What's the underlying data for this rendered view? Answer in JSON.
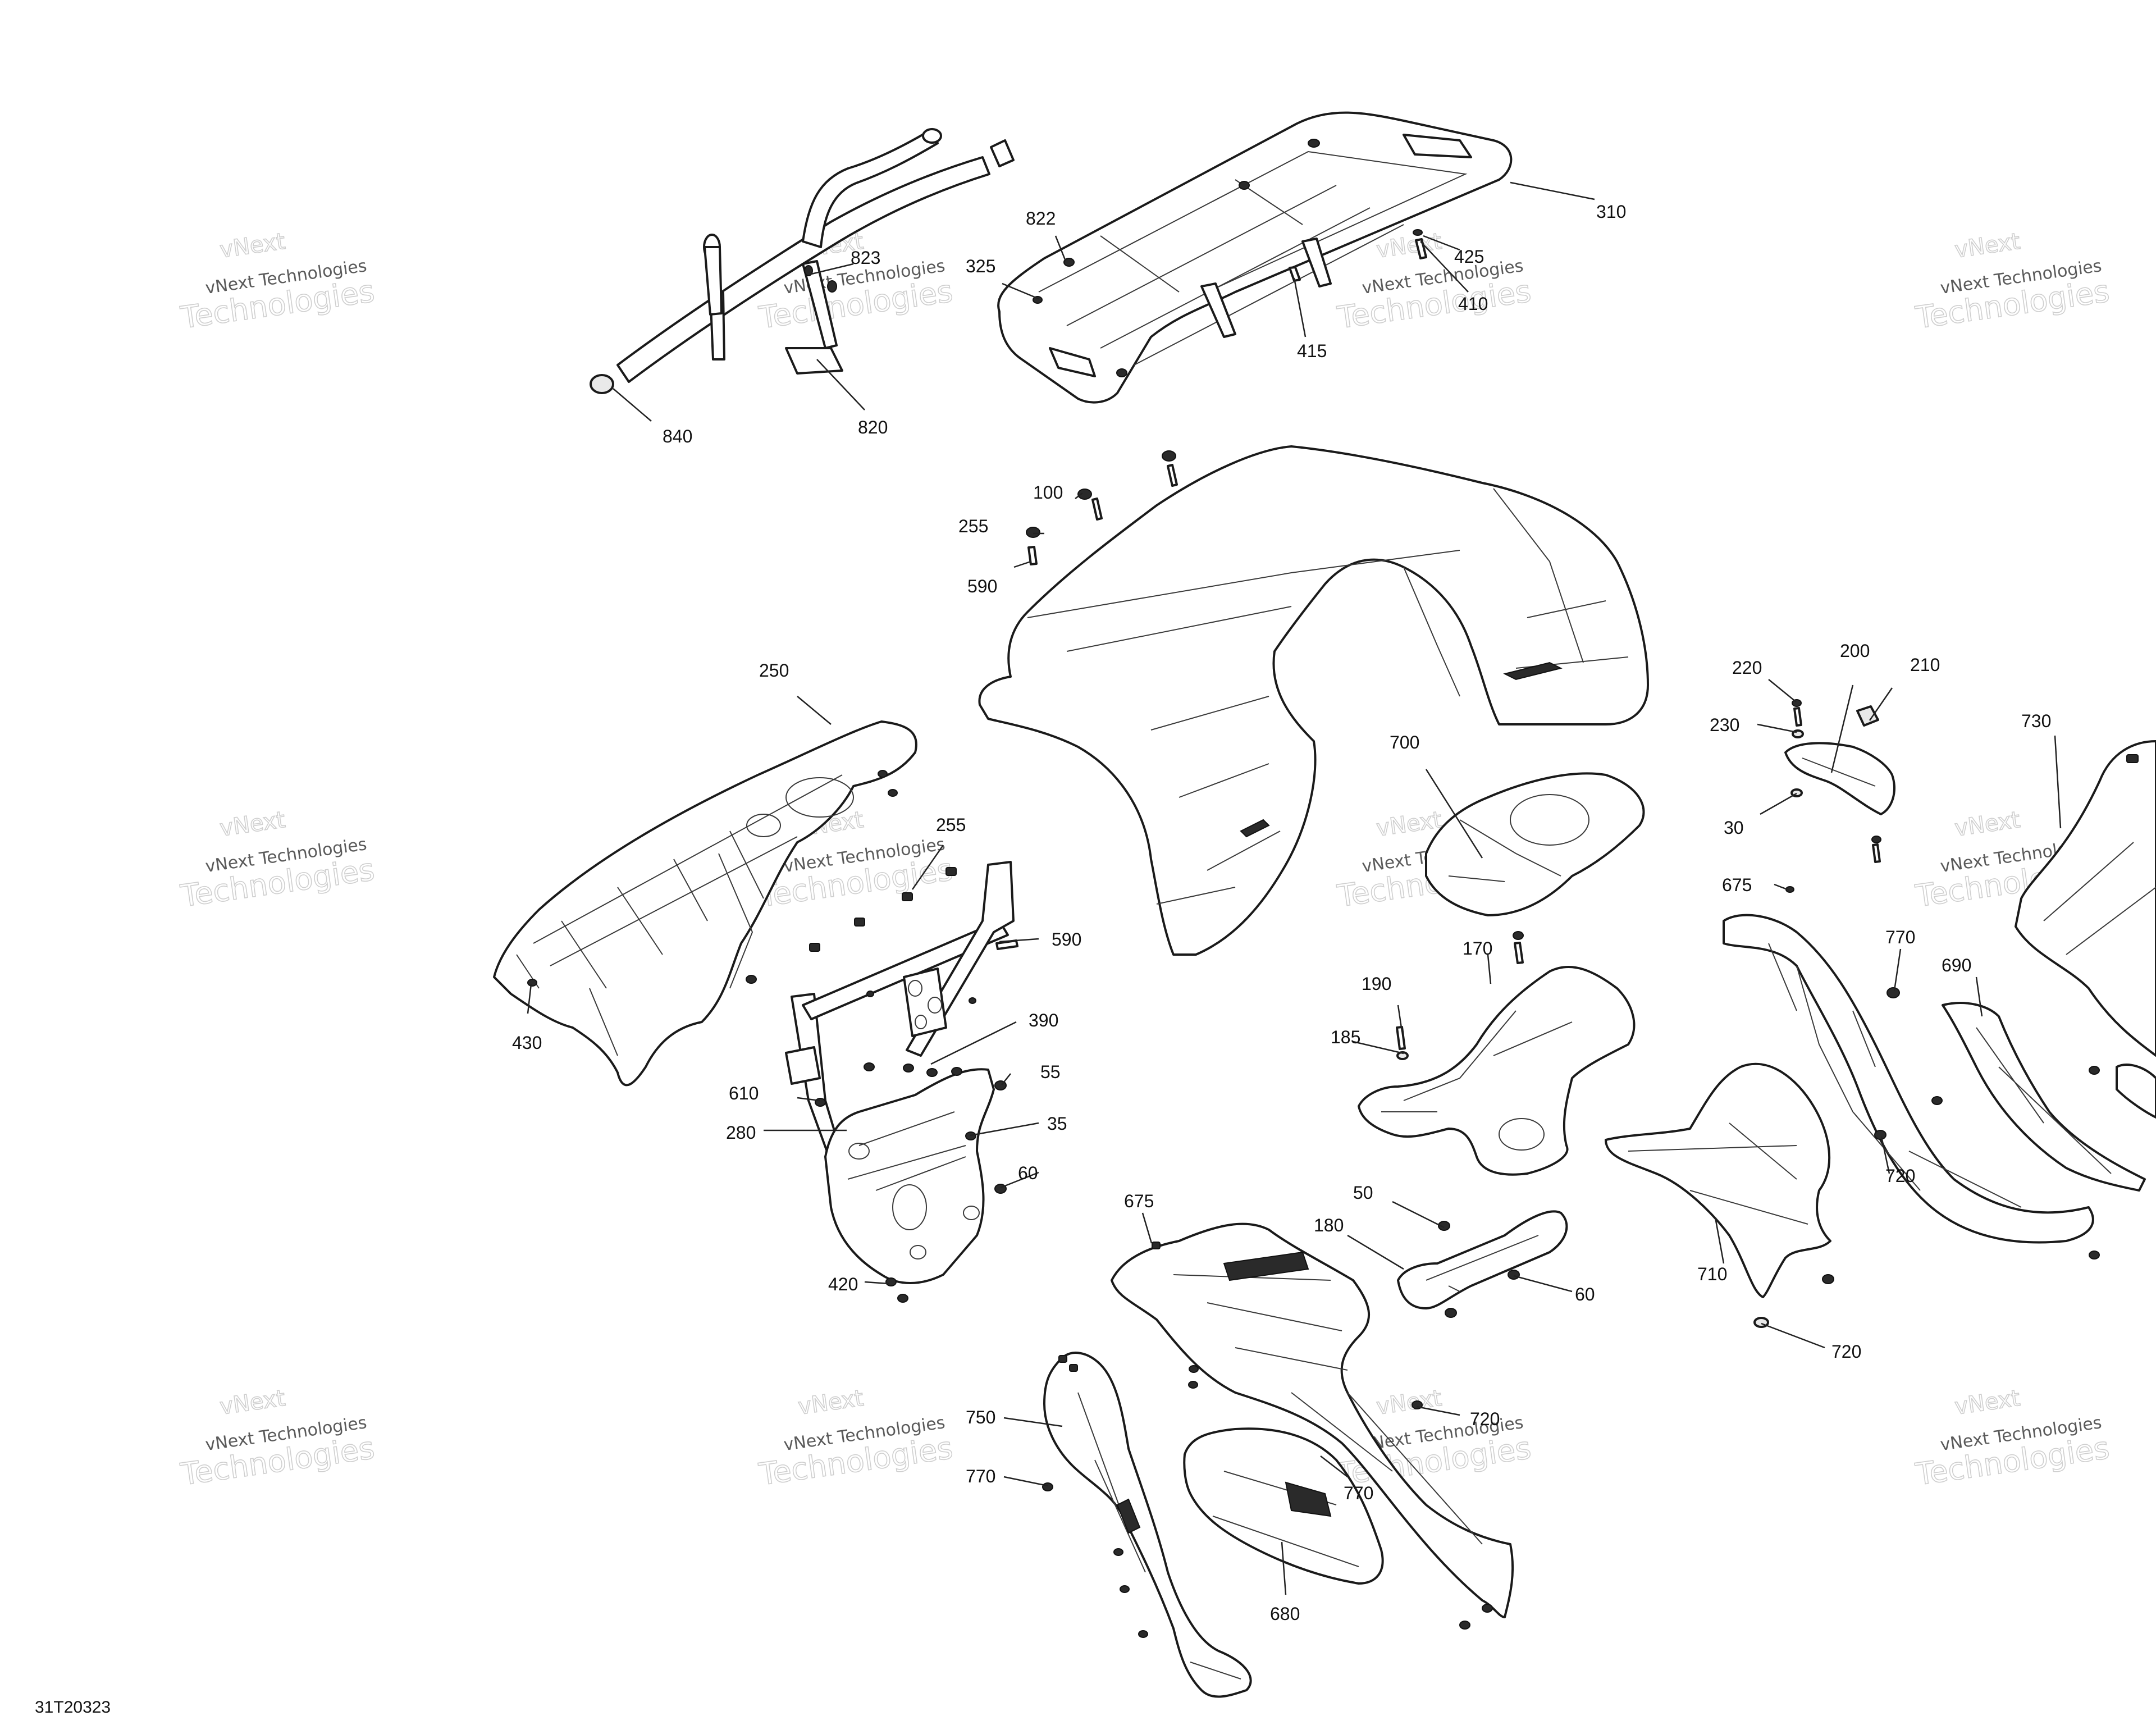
{
  "document_number": "31T20323",
  "watermark": {
    "line1": "vNext",
    "line2": "vNext Technologies",
    "line3": "Technologies"
  },
  "callouts": {
    "c310": "310",
    "c425": "425",
    "c410": "410",
    "c415": "415",
    "c822": "822",
    "c823": "823",
    "c325": "325",
    "c840": "840",
    "c820": "820",
    "c100": "100",
    "c255a": "255",
    "c590a": "590",
    "c250": "250",
    "c255b": "255",
    "c590b": "590",
    "c430": "430",
    "c390": "390",
    "c55": "55",
    "c610": "610",
    "c280": "280",
    "c35": "35",
    "c60a": "60",
    "c420": "420",
    "c700": "700",
    "c220": "220",
    "c200": "200",
    "c210": "210",
    "c230": "230",
    "c30": "30",
    "c730": "730",
    "c675a": "675",
    "c770a": "770",
    "c690": "690",
    "c170": "170",
    "c190": "190",
    "c185": "185",
    "c720a": "720",
    "c710": "710",
    "c50": "50",
    "c180": "180",
    "c60b": "60",
    "c720b": "720",
    "c675b": "675",
    "c750": "750",
    "c720c": "720",
    "c770b": "770",
    "c770c": "770",
    "c680": "680"
  }
}
